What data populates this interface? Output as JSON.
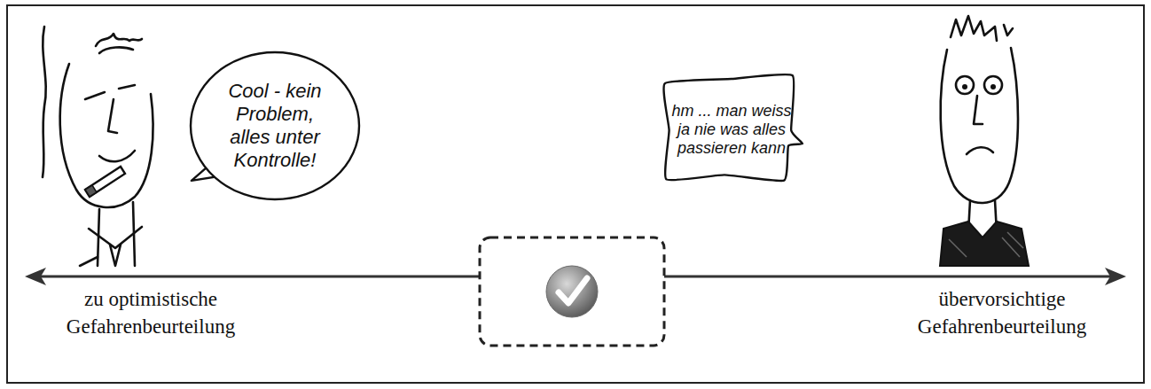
{
  "diagram": {
    "nodes": [
      {
        "text": [
          "Cool - kein Problem, alles unter Kontrolle!"
        ]
      },
      {
        "text": [
          "hm ... man weiss ja nie was alles passieren kann"
        ]
      }
    ],
    "labels": [
      "zu optimistische Gefahrenbeurteilung",
      "übervorsichtige Gefahrenbeurteilung"
    ]
  }
}
